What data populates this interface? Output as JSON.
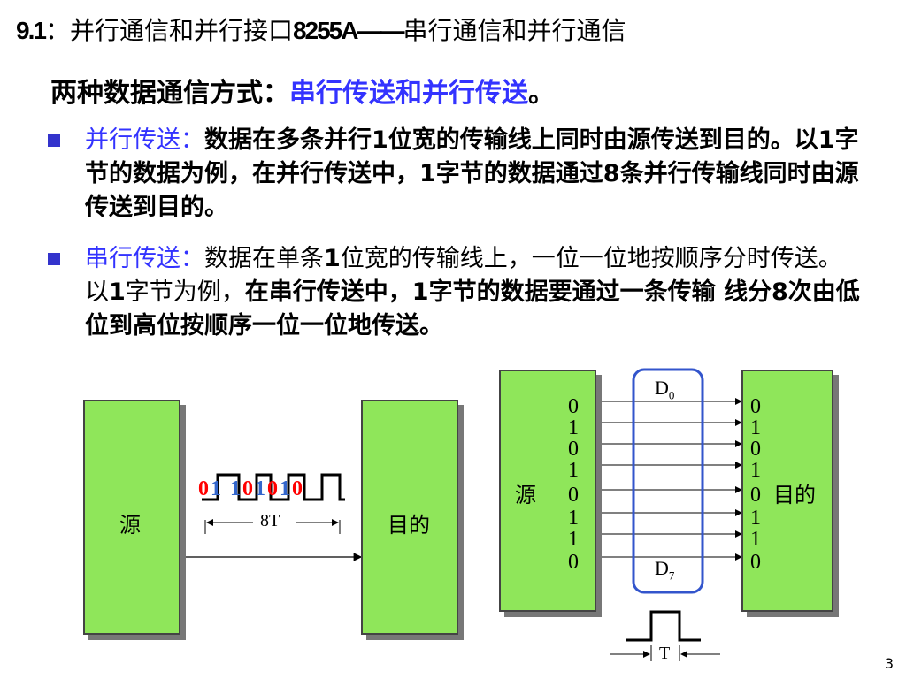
{
  "title": {
    "part1": "9.1",
    "part2": "：并行通信和并行接口",
    "part3": "8255A——",
    "part4": "串行通信和并行通信"
  },
  "subtitle": {
    "lead": "两种数据通信方式：",
    "highlight": "串行传送和并行传送",
    "tail": "。"
  },
  "parallel": {
    "lead": "并行传送：",
    "text": "数据在多条并行1位宽的传输线上同时由源传送到目的。以1字节的数据为例，在并行传送中，1字节的数据通过8条并行传输线同时由源传送到目的。"
  },
  "serial": {
    "lead": "串行传送：",
    "text_normal": "数据在单条",
    "one": "1",
    "text_normal2": "位宽的传输线上，一位一位地按顺序分时传送。以",
    "one2": "1",
    "text_normal3": "字节为例，",
    "text_bold": "在串行传送中，1字节的数据要通过一条传输 线分8次由低位到高位按顺序一位一位地传送。"
  },
  "left_diagram": {
    "source": "源",
    "dest": "目的",
    "bits": [
      "0",
      "1",
      "1",
      "0",
      "1",
      "0",
      "1",
      "0"
    ],
    "bit_colors": [
      "#ff0000",
      "#3366cc",
      "#3366cc",
      "#ff0000",
      "#3366cc",
      "#ff0000",
      "#3366cc",
      "#ff0000"
    ],
    "period": "8T"
  },
  "right_diagram": {
    "source": "源",
    "dest": "目的",
    "bits": [
      "0",
      "1",
      "0",
      "1",
      "0",
      "1",
      "1",
      "0"
    ],
    "d_top": "D",
    "d_top_sub": "0",
    "d_bottom": "D",
    "d_bottom_sub": "7",
    "period": "T"
  },
  "page_number": "3"
}
